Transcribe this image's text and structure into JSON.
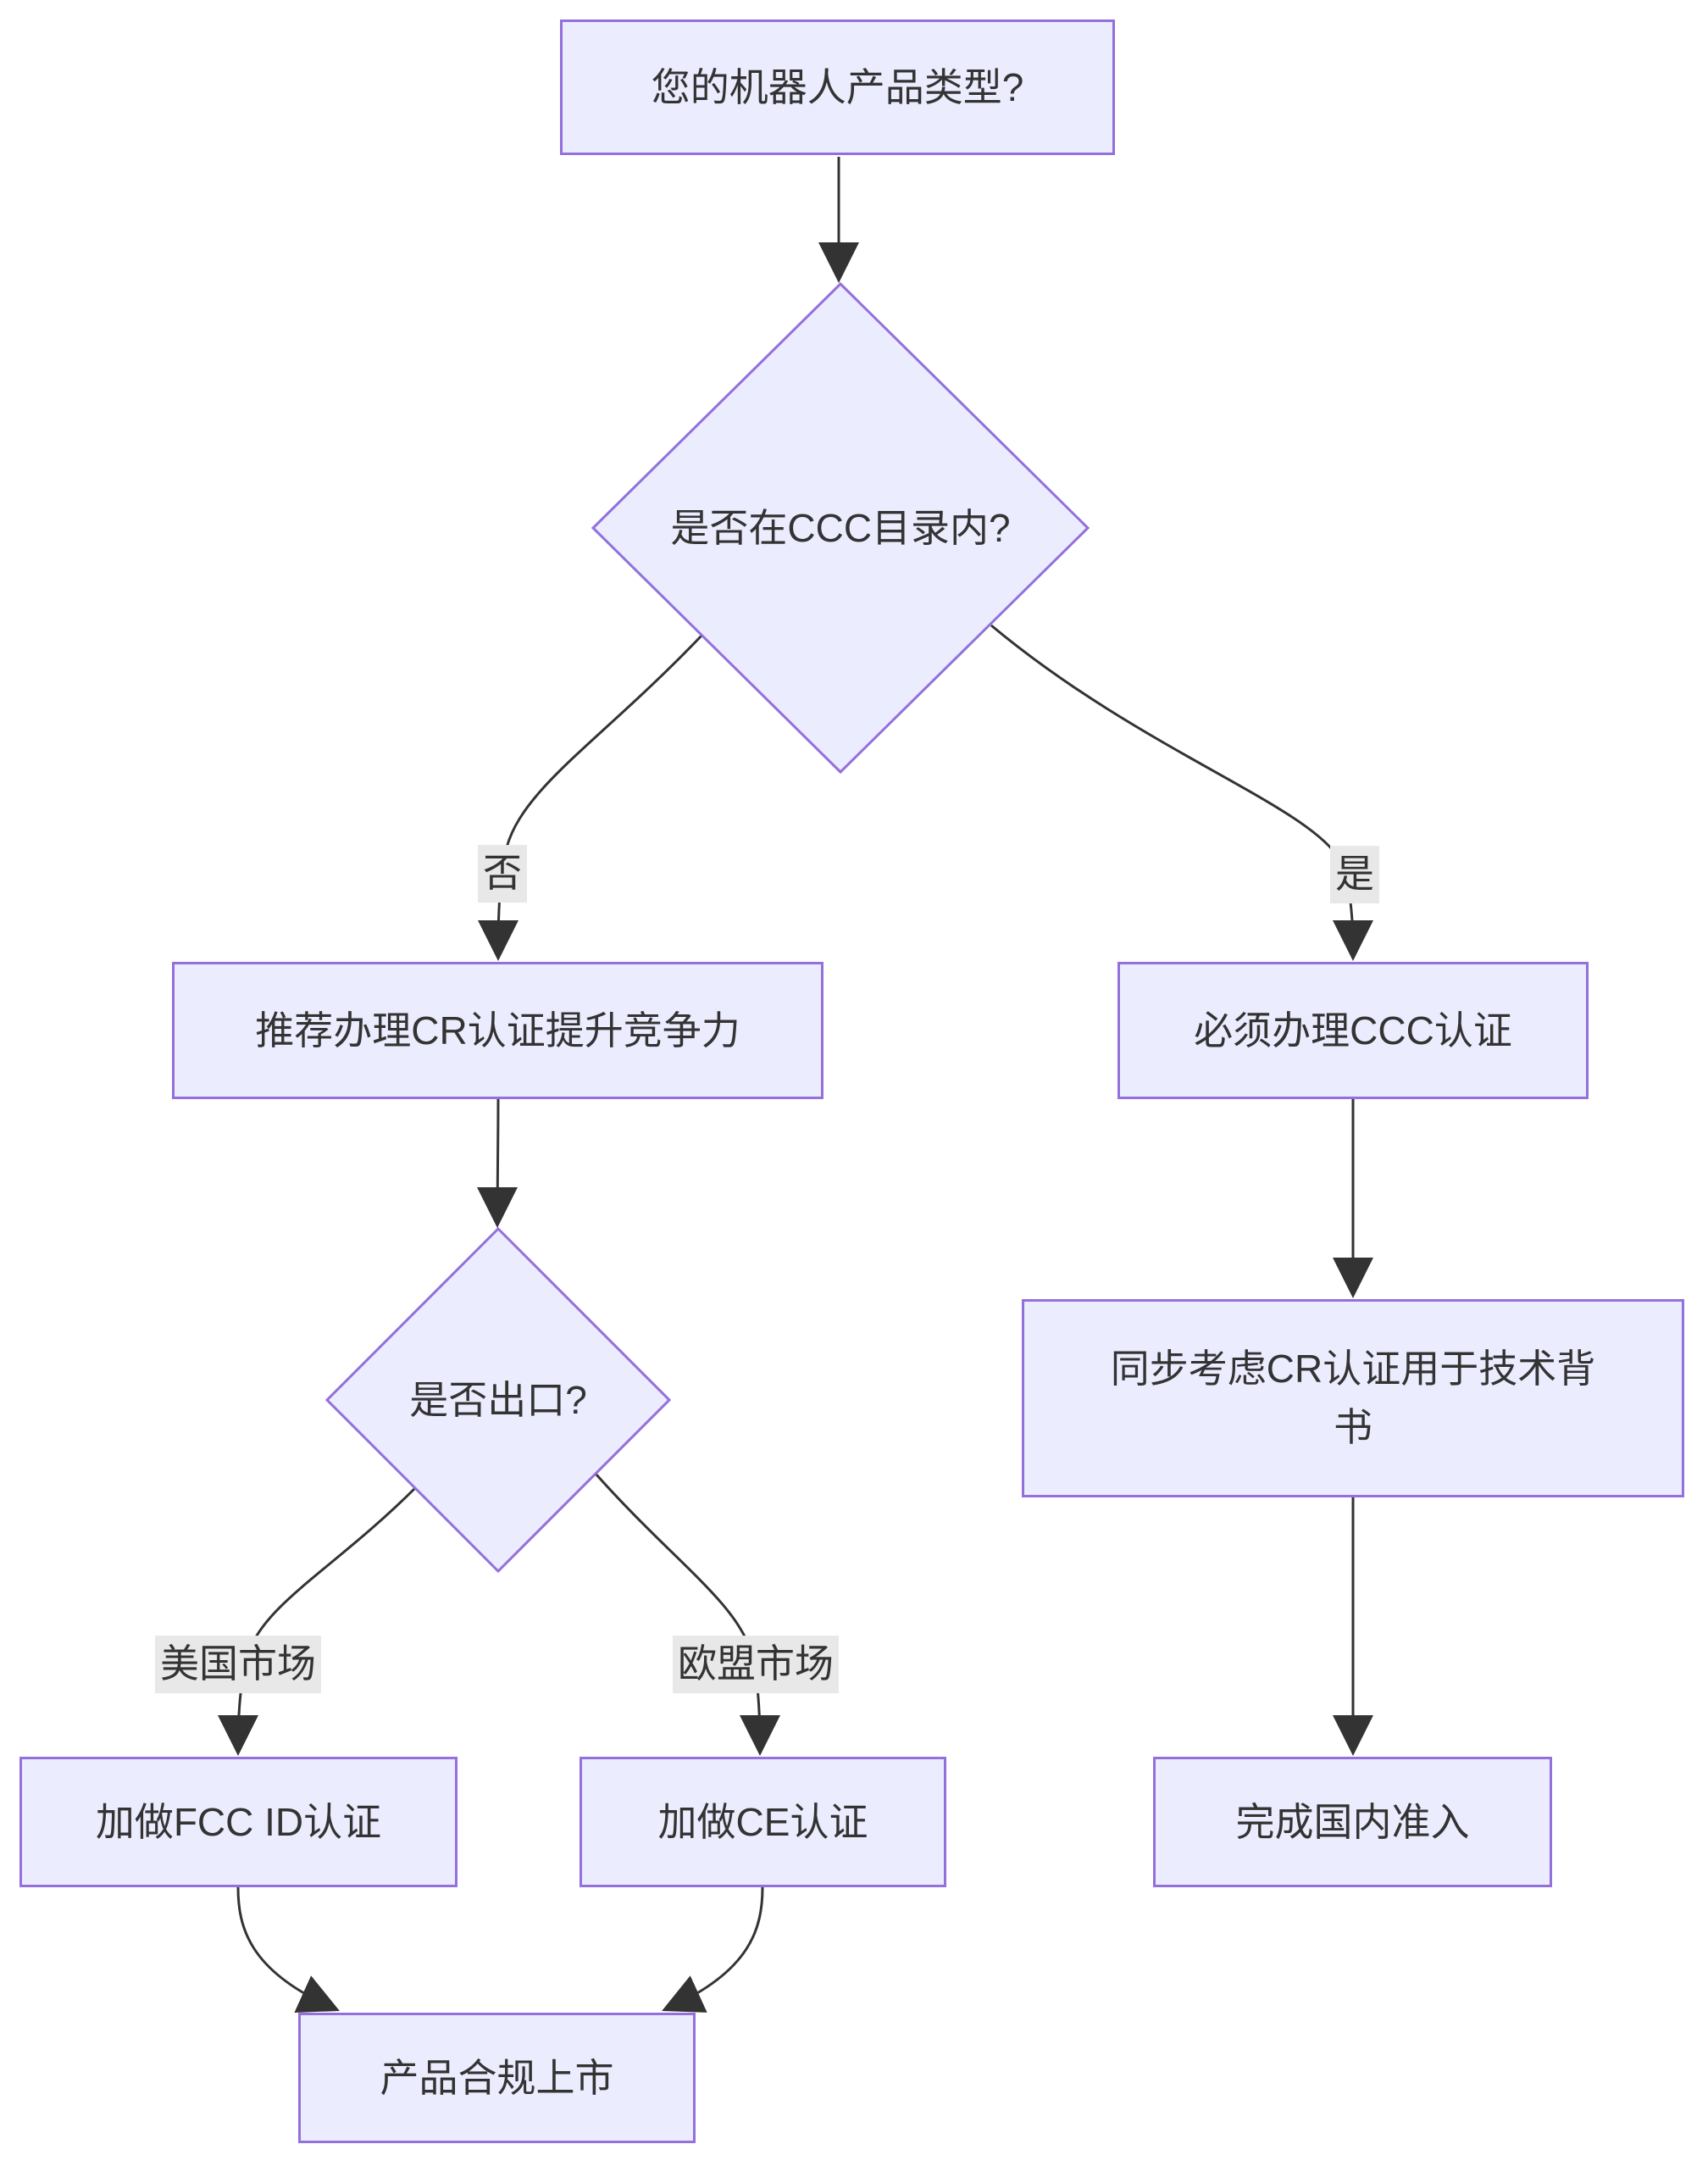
{
  "diagram": {
    "type": "flowchart",
    "direction": "top-down",
    "theme": {
      "node_fill": "#ECECFF",
      "node_border": "#9370DB",
      "text_color": "#333333",
      "edge_color": "#333333",
      "edge_label_bg": "#e8e8e8",
      "background": "#ffffff"
    }
  },
  "nodes": {
    "product_type": {
      "type": "rect",
      "label": "您的机器人产品类型?"
    },
    "ccc_catalog_decision": {
      "type": "diamond",
      "label": "是否在CCC目录内?"
    },
    "cr_recommend": {
      "type": "rect",
      "label": "推荐办理CR认证提升竞争力"
    },
    "ccc_required": {
      "type": "rect",
      "label": "必须办理CCC认证"
    },
    "export_decision": {
      "type": "diamond",
      "label": "是否出口?"
    },
    "fcc_id": {
      "type": "rect",
      "label": "加做FCC ID认证"
    },
    "ce": {
      "type": "rect",
      "label": "加做CE认证"
    },
    "cr_endorsement": {
      "type": "rect",
      "label": "同步考虑CR认证用于技术背书",
      "label_lines": [
        "同步考虑CR认证用于技术背",
        "书"
      ]
    },
    "domestic_access": {
      "type": "rect",
      "label": "完成国内准入"
    },
    "market_launch": {
      "type": "rect",
      "label": "产品合规上市"
    }
  },
  "edges": [
    {
      "from": "product_type",
      "to": "ccc_catalog_decision",
      "label": ""
    },
    {
      "from": "ccc_catalog_decision",
      "to": "cr_recommend",
      "label": "否"
    },
    {
      "from": "ccc_catalog_decision",
      "to": "ccc_required",
      "label": "是"
    },
    {
      "from": "cr_recommend",
      "to": "export_decision",
      "label": ""
    },
    {
      "from": "export_decision",
      "to": "fcc_id",
      "label": "美国市场"
    },
    {
      "from": "export_decision",
      "to": "ce",
      "label": "欧盟市场"
    },
    {
      "from": "fcc_id",
      "to": "market_launch",
      "label": ""
    },
    {
      "from": "ce",
      "to": "market_launch",
      "label": ""
    },
    {
      "from": "ccc_required",
      "to": "cr_endorsement",
      "label": ""
    },
    {
      "from": "cr_endorsement",
      "to": "domestic_access",
      "label": ""
    }
  ]
}
